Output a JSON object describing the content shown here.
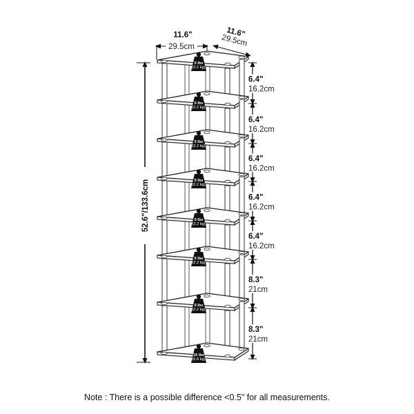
{
  "top_dimensions": {
    "width_in": "11.6\"",
    "width_cm": "29.5cm",
    "depth_in": "11.6\"",
    "depth_cm": "29.5cm"
  },
  "total_height": "52.6\"/133.6cm",
  "shelf_gaps": [
    {
      "in": "6.4\"",
      "cm": "16.2cm"
    },
    {
      "in": "6.4\"",
      "cm": "16.2cm"
    },
    {
      "in": "6.4\"",
      "cm": "16.2cm"
    },
    {
      "in": "6.4\"",
      "cm": "16.2cm"
    },
    {
      "in": "6.4\"",
      "cm": "16.2cm"
    },
    {
      "in": "8.3\"",
      "cm": "21cm"
    },
    {
      "in": "8.3\"",
      "cm": "21cm"
    }
  ],
  "weight_labels": [
    {
      "lbs": "5 lbs",
      "kg": "(2.2 kg)"
    },
    {
      "lbs": "5 lbs",
      "kg": "(2.2 kg)"
    },
    {
      "lbs": "5 lbs",
      "kg": "(2.2 kg)"
    },
    {
      "lbs": "5 lbs",
      "kg": "(2.2 kg)"
    },
    {
      "lbs": "5 lbs",
      "kg": "(2.2 kg)"
    },
    {
      "lbs": "5 lbs",
      "kg": "(2.2 kg)"
    },
    {
      "lbs": "5 lbs",
      "kg": "(2.2 kg)"
    },
    {
      "lbs": "15 lbs",
      "kg": "(6.8 kg)"
    }
  ],
  "note": "Note : There is a possible difference <0.5\" for all measurements."
}
